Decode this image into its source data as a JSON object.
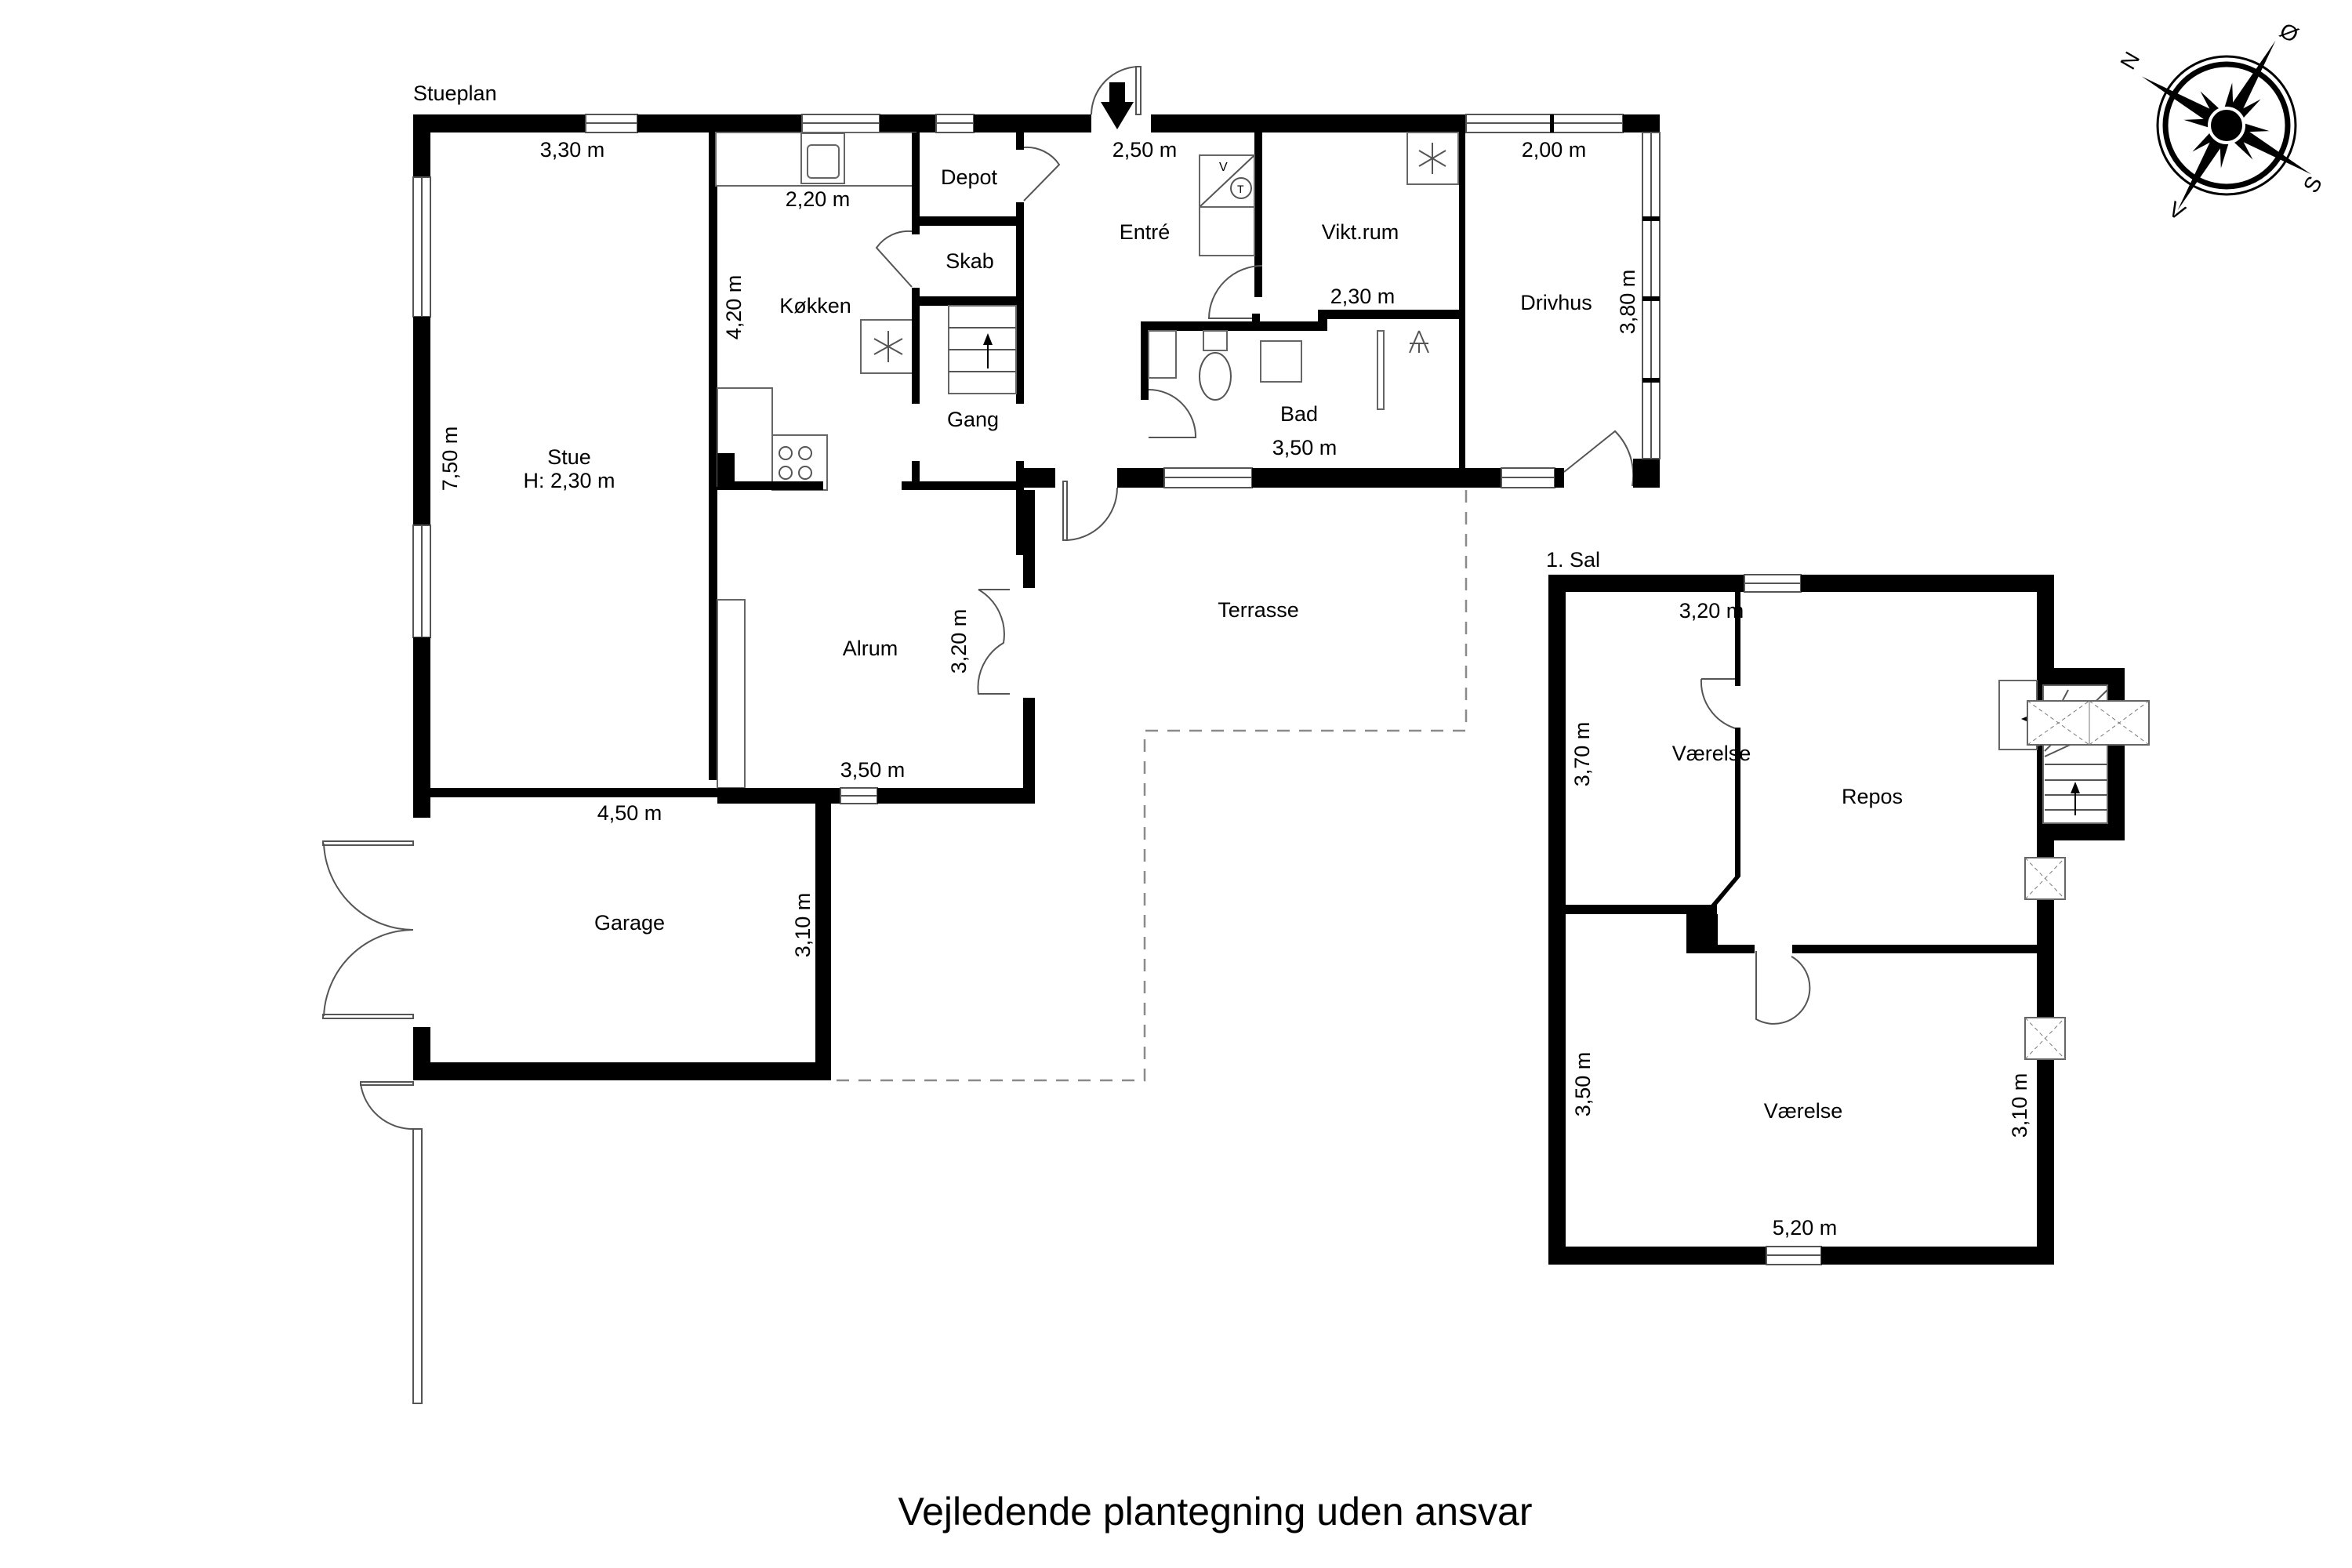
{
  "plans": {
    "ground_floor": {
      "title": "Stueplan",
      "rooms": {
        "stue": {
          "name": "Stue",
          "height_note": "H: 2,30 m",
          "width": "3,30 m",
          "length": "7,50 m"
        },
        "koekken": {
          "name": "Køkken",
          "width": "2,20 m",
          "length": "4,20 m"
        },
        "depot": {
          "name": "Depot"
        },
        "skab": {
          "name": "Skab"
        },
        "gang": {
          "name": "Gang"
        },
        "entre": {
          "name": "Entré",
          "width": "2,50 m"
        },
        "viktrum": {
          "name": "Vikt.rum",
          "width": "2,30 m"
        },
        "bad": {
          "name": "Bad",
          "width": "3,50 m"
        },
        "drivhus": {
          "name": "Drivhus",
          "width": "2,00 m",
          "length": "3,80 m"
        },
        "alrum": {
          "name": "Alrum",
          "width": "3,50 m",
          "length": "3,20 m"
        },
        "terrasse": {
          "name": "Terrasse"
        },
        "garage": {
          "name": "Garage",
          "width": "4,50 m",
          "length": "3,10 m"
        }
      }
    },
    "first_floor": {
      "title": "1. Sal",
      "rooms": {
        "vaerelse_top": {
          "name": "Værelse",
          "width": "3,20 m",
          "length": "3,70 m"
        },
        "repos": {
          "name": "Repos"
        },
        "vaerelse_bottom": {
          "name": "Værelse",
          "width": "5,20 m",
          "length_left": "3,50 m",
          "length_right": "3,10 m"
        }
      }
    }
  },
  "compass": {
    "north": "N",
    "east": "Ø",
    "south": "S",
    "west": "V"
  },
  "appliance_symbols": {
    "washer": "V",
    "dryer": "T"
  },
  "footer": {
    "disclaimer": "Vejledende plantegning uden ansvar"
  },
  "colors": {
    "wall": "#000000",
    "background": "#ffffff",
    "fixture_line": "#555555",
    "terrace_outline": "#8a8a8a"
  }
}
